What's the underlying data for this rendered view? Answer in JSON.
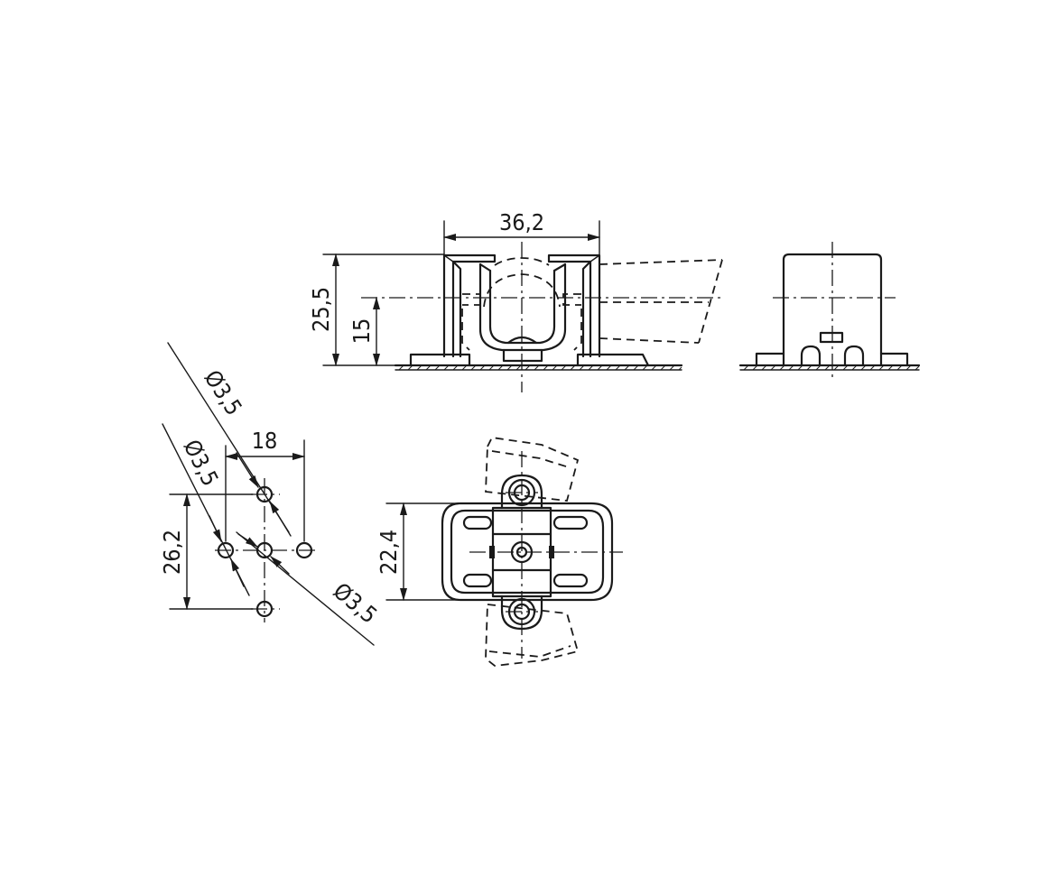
{
  "dimensions": {
    "width_top": "36,2",
    "height_total": "25,5",
    "height_axis": "15",
    "hole_spacing_x": "18",
    "hole_spacing_y": "26,2",
    "base_width": "22,4",
    "hole_dia_top": "Ø3,5",
    "hole_dia_left": "Ø3,5",
    "hole_dia_right": "Ø3,5"
  }
}
